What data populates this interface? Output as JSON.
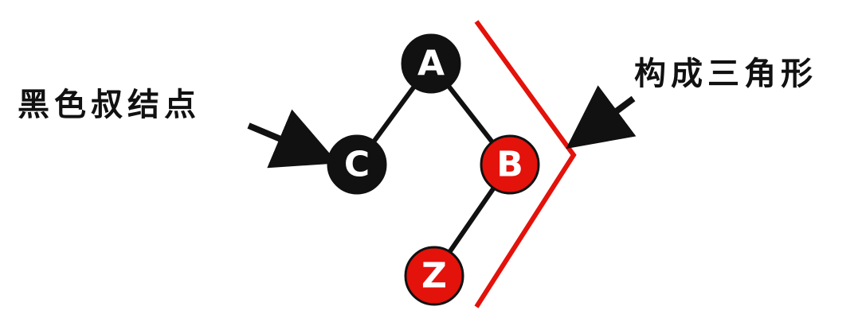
{
  "labels": {
    "left_caption": "黑色叔结点",
    "right_caption": "构成三角形"
  },
  "nodes": {
    "a": {
      "label": "A",
      "color": "black"
    },
    "c": {
      "label": "C",
      "color": "black"
    },
    "b": {
      "label": "B",
      "color": "red"
    },
    "z": {
      "label": "Z",
      "color": "red"
    }
  },
  "edges": [
    {
      "from": "A",
      "to": "C"
    },
    {
      "from": "A",
      "to": "B"
    },
    {
      "from": "B",
      "to": "Z"
    }
  ],
  "colors": {
    "black_node": "#111111",
    "red_node": "#e3120b",
    "edge": "#111111",
    "bracket": "#e3120b",
    "arrow": "#111111"
  }
}
